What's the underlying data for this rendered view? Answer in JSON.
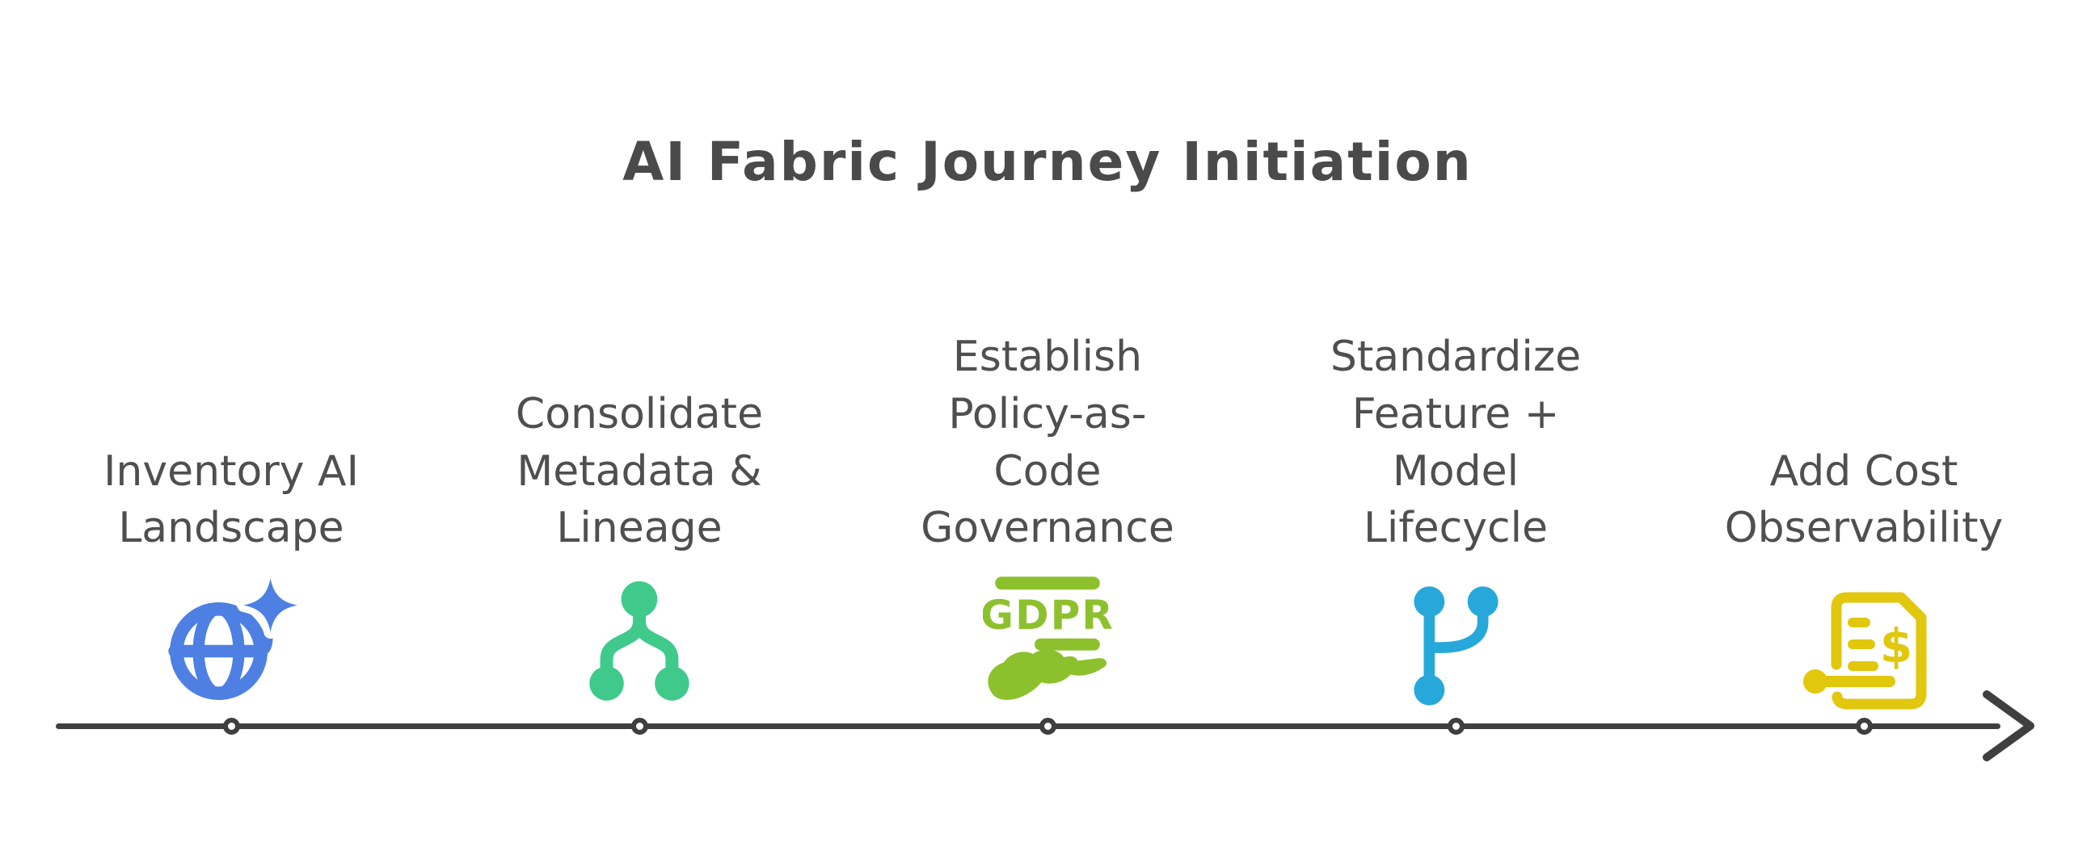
{
  "title": "AI Fabric Journey Initiation",
  "title_color": "#4a4a4a",
  "label_color": "#4f4f4f",
  "timeline": {
    "color": "#3f3f3f",
    "node_fill": "#ffffff",
    "direction": "left-to-right"
  },
  "milestones": [
    {
      "label": "Inventory AI\nLandscape",
      "icon": "globe-sparkle-icon",
      "color": "#4d80e2"
    },
    {
      "label": "Consolidate\nMetadata &\nLineage",
      "icon": "lineage-tree-icon",
      "color": "#3fca8c"
    },
    {
      "label": "Establish\nPolicy-as-\nCode\nGovernance",
      "icon": "gdpr-hand-icon",
      "color": "#8cc12d",
      "badge": "GDPR"
    },
    {
      "label": "Standardize\nFeature +\nModel\nLifecycle",
      "icon": "git-branch-icon",
      "color": "#27a8db"
    },
    {
      "label": "Add Cost\nObservability",
      "icon": "cost-receipt-icon",
      "color": "#e1c70e",
      "currency": "$"
    }
  ]
}
